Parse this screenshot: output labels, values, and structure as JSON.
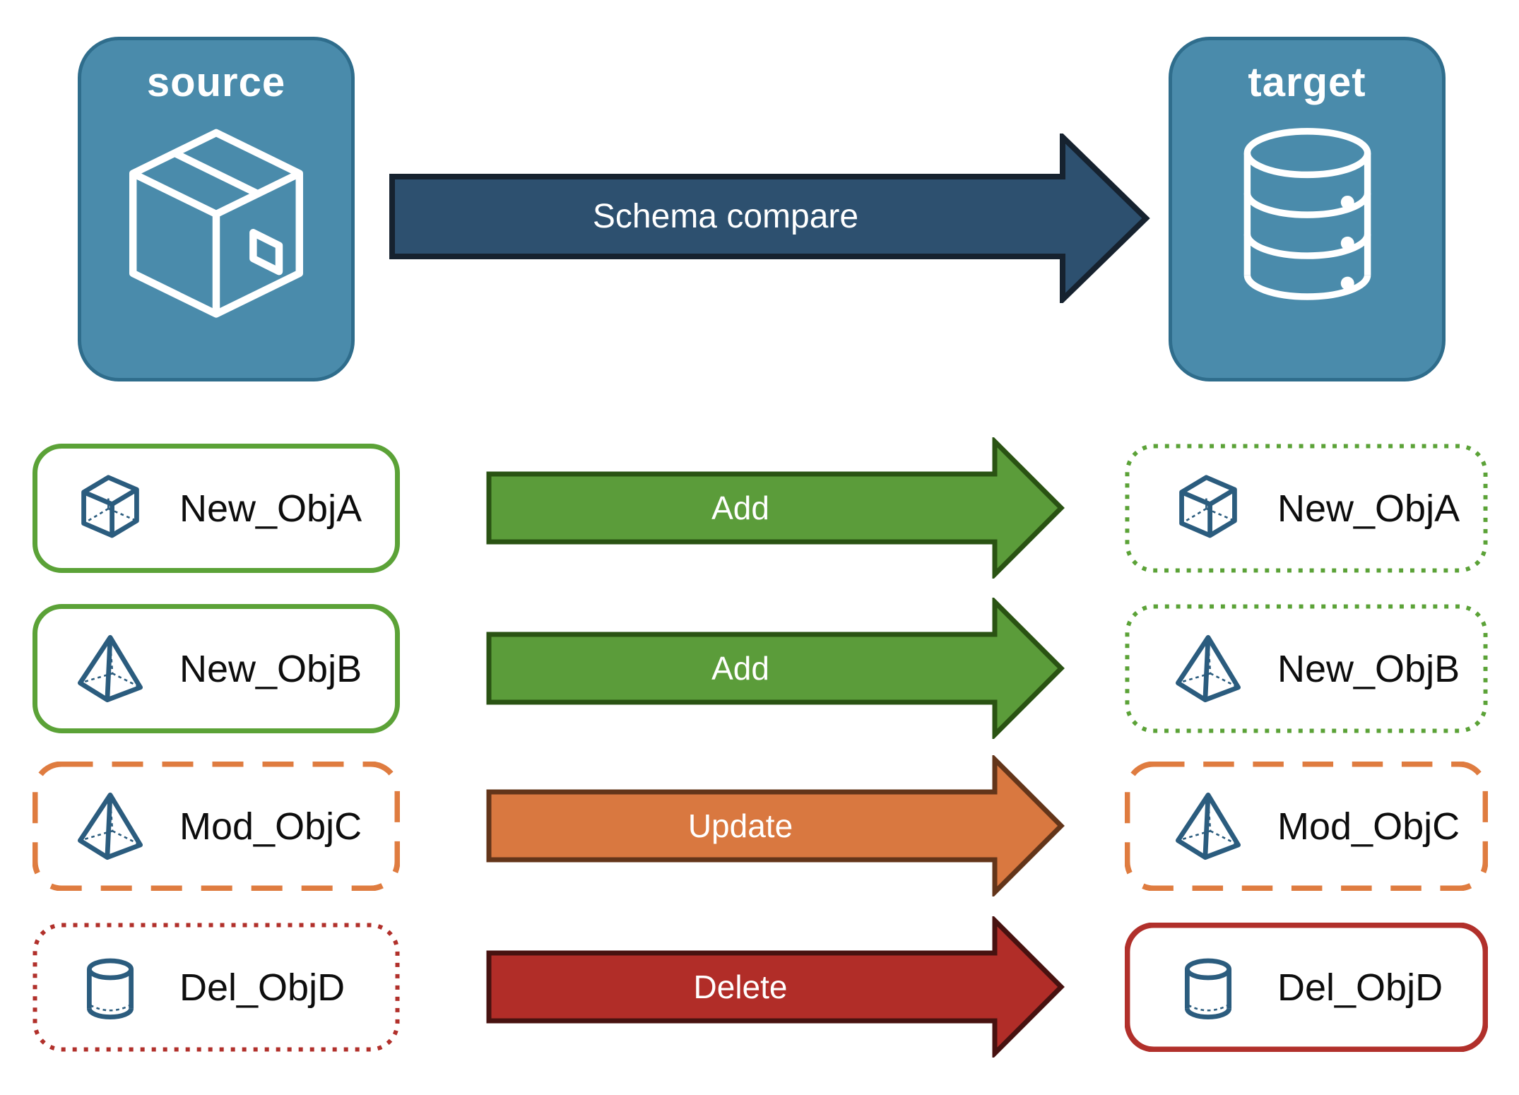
{
  "diagram": {
    "source_node": {
      "label": "source",
      "icon": "package-box"
    },
    "target_node": {
      "label": "target",
      "icon": "database"
    },
    "compare_arrow_label": "Schema compare"
  },
  "rows": [
    {
      "left_label": "New_ObjA",
      "right_label": "New_ObjA",
      "action": "Add",
      "icon": "cube",
      "icon_href": "#sym-cube",
      "left_border": "bs-solid-green",
      "right_border": "bs-dotted-green",
      "arrow_class": "ar-add"
    },
    {
      "left_label": "New_ObjB",
      "right_label": "New_ObjB",
      "action": "Add",
      "icon": "pyramid",
      "icon_href": "#sym-pyramid",
      "left_border": "bs-solid-green",
      "right_border": "bs-dotted-green",
      "arrow_class": "ar-add"
    },
    {
      "left_label": "Mod_ObjC",
      "right_label": "Mod_ObjC",
      "action": "Update",
      "icon": "pyramid",
      "icon_href": "#sym-pyramid",
      "left_border": "bs-dashed-orange",
      "right_border": "bs-dashed-orange",
      "arrow_class": "ar-update"
    },
    {
      "left_label": "Del_ObjD",
      "right_label": "Del_ObjD",
      "action": "Delete",
      "icon": "cylinder",
      "icon_href": "#sym-cylinder",
      "left_border": "bs-dotted-red",
      "right_border": "bs-solid-red",
      "arrow_class": "ar-delete"
    }
  ],
  "colors": {
    "node_fill": "#4a8bab",
    "node_border": "#2f6d8c",
    "compare_arrow_fill": "#2d506f",
    "compare_arrow_outline": "#16222f",
    "add_fill": "#5b9c3a",
    "add_outline": "#2a5313",
    "update_fill": "#d97840",
    "update_outline": "#63351a",
    "delete_fill": "#b12d28",
    "delete_outline": "#471210",
    "new_border": "#5ba237",
    "mod_border": "#df7c40",
    "del_border": "#b1302b",
    "object_icon_stroke": "#2b5c7e",
    "object_label_text": "#0d0d0d",
    "arrow_label_text": "#ffffff"
  }
}
